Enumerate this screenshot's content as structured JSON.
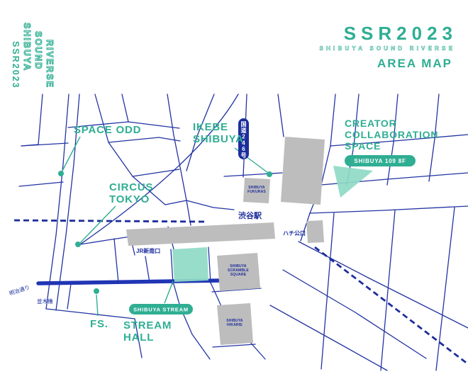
{
  "header": {
    "logo_left": {
      "ssr": "SSR2023",
      "shibuya": "SHIBUYA",
      "sound": "SOUND",
      "riverse": "RIVERSE"
    },
    "title": "SSR2023",
    "subtitle": "SHIBUYA SOUND RIVERSE",
    "map_title": "AREA MAP"
  },
  "colors": {
    "teal": "#2FAE93",
    "teal_light": "#8FDAC6",
    "navy": "#1C2D9C",
    "street_blue": "#2233A3",
    "building_gray": "#BDBDBD"
  },
  "map": {
    "venues": {
      "space_odd": {
        "label": "SPACE ODD"
      },
      "ikebe": {
        "line1": "IKEBE",
        "line2": "SHIBUYA"
      },
      "creator": {
        "line1": "CREATOR",
        "line2": "COLLABORATION",
        "line3": "SPACE"
      },
      "circus": {
        "line1": "CIRCUS",
        "line2": "TOKYO"
      },
      "fs": {
        "label": "FS."
      },
      "stream_hall": {
        "line1": "STREAM",
        "line2": "HALL"
      }
    },
    "badges": {
      "shibuya_109": "SHIBUYA 109 8F",
      "shibuya_stream": "SHIBUYA STREAM",
      "route_246": "国道246号"
    },
    "places": {
      "station": "渋谷駅",
      "jr_new_south_exit": "JR新南口",
      "hachiko_exit": "ハチ公口",
      "meiji_dori": "明治通り",
      "namikibashi": "並木橋"
    },
    "buildings": {
      "fukuras": {
        "line1": "SHIBUYA",
        "line2": "FUKURAS"
      },
      "scramble_square": {
        "line1": "SHIBUYA",
        "line2": "SCRAMBLE",
        "line3": "SQUARE"
      },
      "hikarie": {
        "line1": "SHIBUYA",
        "line2": "HIKARIE"
      }
    }
  }
}
